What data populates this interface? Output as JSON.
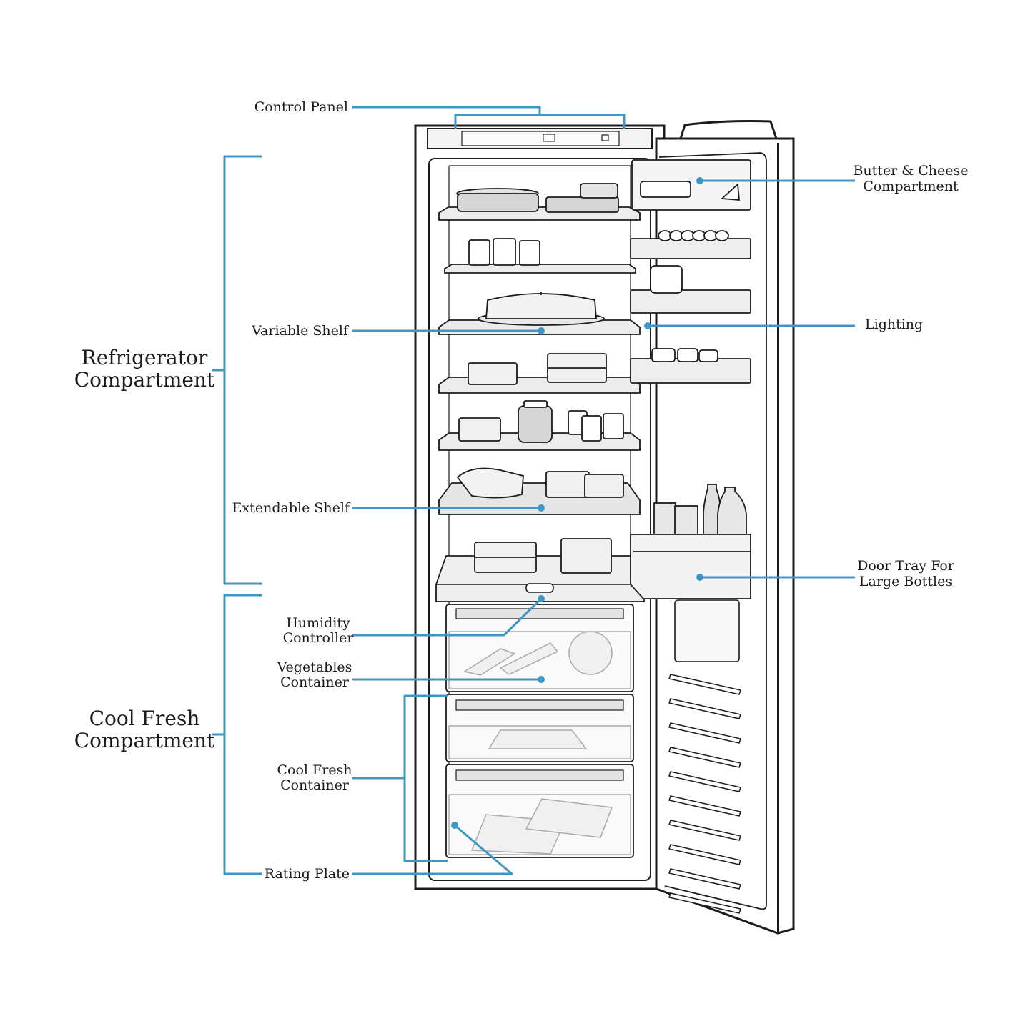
{
  "colors": {
    "leader": "#3f96c3",
    "outline": "#1c1c1c",
    "shelf_fill": "#e9e9e9",
    "item_fill": "#d6d6d6",
    "interior_fill": "#ffffff"
  },
  "sections": {
    "refrigerator": {
      "line1": "Refrigerator",
      "line2": "Compartment"
    },
    "cool_fresh": {
      "line1": "Cool Fresh",
      "line2": "Compartment"
    }
  },
  "labels": {
    "control_panel": "Control Panel",
    "variable_shelf": "Variable Shelf",
    "extendable_shelf": "Extendable Shelf",
    "humidity_controller": {
      "line1": "Humidity",
      "line2": "Controller"
    },
    "vegetables_container": {
      "line1": "Vegetables",
      "line2": "Container"
    },
    "cool_fresh_container": {
      "line1": "Cool Fresh",
      "line2": "Container"
    },
    "rating_plate": "Rating Plate",
    "butter_cheese": {
      "line1": "Butter & Cheese",
      "line2": "Compartment"
    },
    "lighting": "Lighting",
    "door_tray": {
      "line1": "Door Tray For",
      "line2": "Large Bottles"
    }
  }
}
